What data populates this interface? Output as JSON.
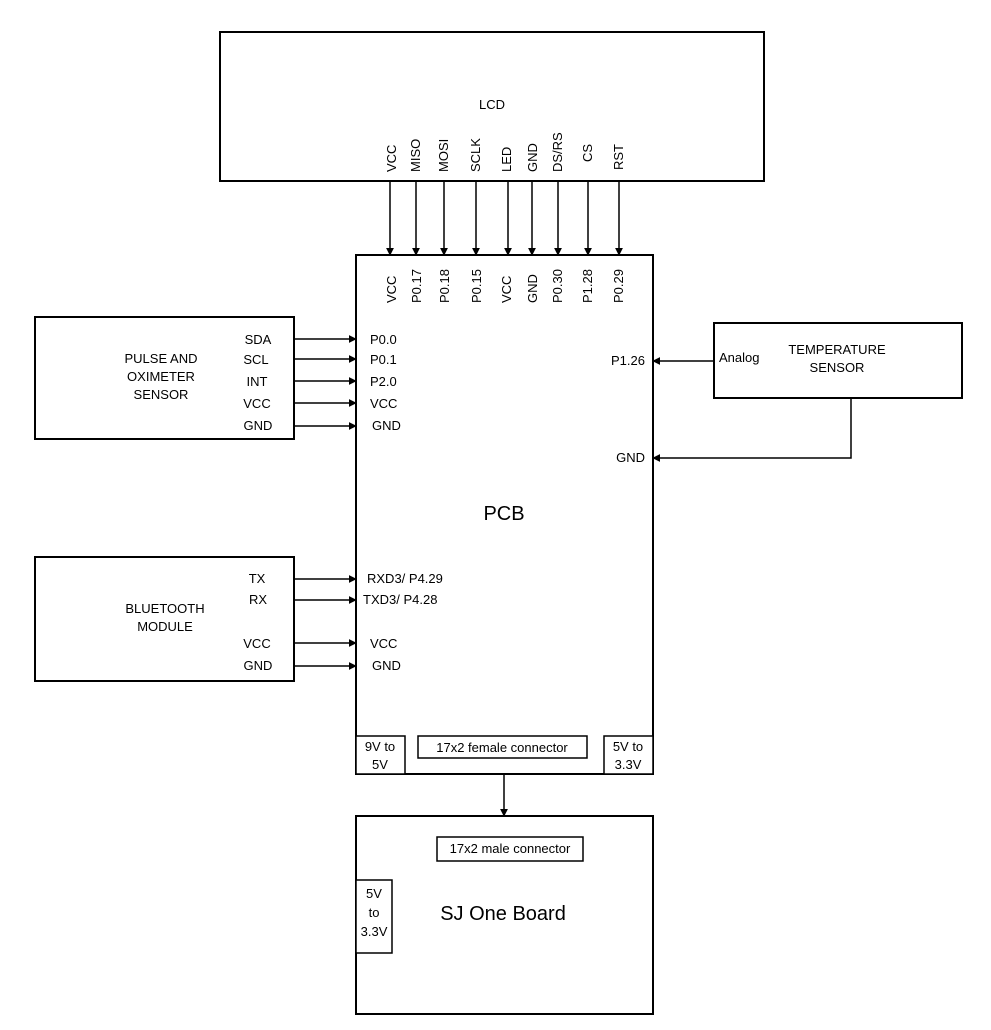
{
  "lcd": {
    "title": "LCD",
    "pins": [
      "VCC",
      "MISO",
      "MOSI",
      "SCLK",
      "LED",
      "GND",
      "DS/RS",
      "CS",
      "RST"
    ]
  },
  "pcb": {
    "title": "PCB",
    "top_pins": [
      "VCC",
      "P0.17",
      "P0.18",
      "P0.15",
      "VCC",
      "GND",
      "P0.30",
      "P1.28",
      "P0.29"
    ],
    "left_pins_pulse": [
      "P0.0",
      "P0.1",
      "P2.0",
      "VCC",
      "GND"
    ],
    "left_pins_bluetooth": [
      "RXD3/ P4.29",
      "TXD3/ P4.28",
      "VCC",
      "GND"
    ],
    "right_pins": [
      "P1.26",
      "GND"
    ],
    "bottom_boxes": {
      "regulator_left": [
        "9V to",
        "5V"
      ],
      "connector": "17x2 female connector",
      "regulator_right": [
        "5V to",
        "3.3V"
      ]
    }
  },
  "pulse_sensor": {
    "title_lines": [
      "PULSE AND",
      "OXIMETER",
      "SENSOR"
    ],
    "pins": [
      "SDA",
      "SCL",
      "INT",
      "VCC",
      "GND"
    ]
  },
  "bluetooth": {
    "title_lines": [
      "BLUETOOTH",
      "MODULE"
    ],
    "pins": [
      "TX",
      "RX",
      "VCC",
      "GND"
    ]
  },
  "temperature_sensor": {
    "title_lines": [
      "TEMPERATURE",
      "SENSOR"
    ],
    "pin": "Analog"
  },
  "sj_one": {
    "title": "SJ One Board",
    "connector": "17x2 male connector",
    "regulator": [
      "5V",
      "to",
      "3.3V"
    ]
  }
}
